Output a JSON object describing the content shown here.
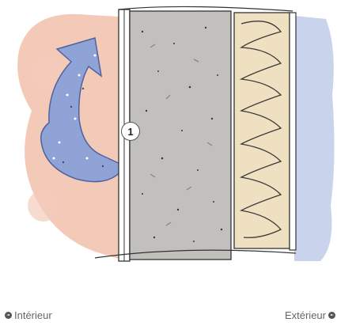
{
  "callout": {
    "number": "1"
  },
  "legend": {
    "left_label": "Intérieur",
    "right_label": "Extérieur",
    "left_icon": "arrow-left-circle-icon",
    "right_icon": "arrow-right-circle-icon"
  },
  "colors": {
    "interior": "#f2c3b0",
    "exterior": "#c9d3ec",
    "concrete": "#c2c0bc",
    "insulation": "#efe0c2",
    "airflow": "#8fa3d6"
  }
}
